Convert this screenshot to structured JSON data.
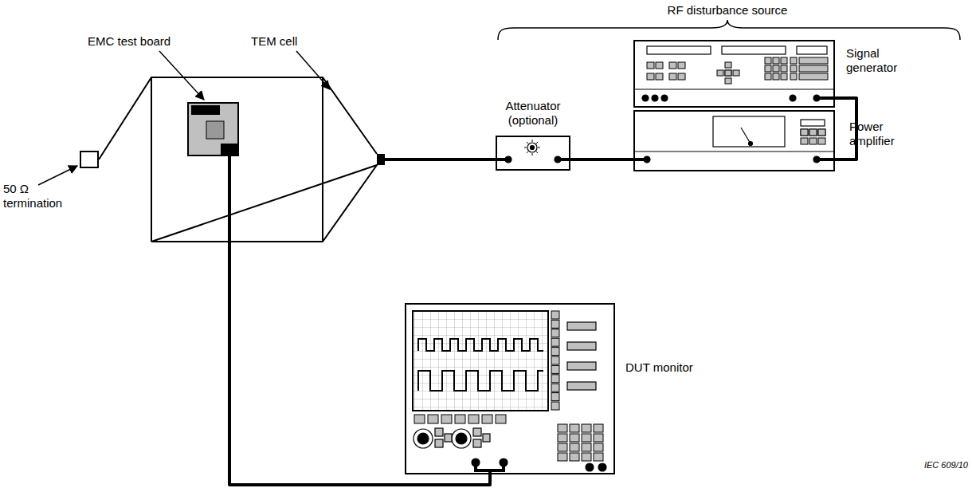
{
  "diagram": {
    "nodes": [
      {
        "text": [
          "TEM cell"
        ]
      },
      {
        "text": [
          "EMC test board"
        ],
        "in": 0
      },
      {
        "text": [
          "50 Ω termination"
        ]
      },
      {
        "text": [
          "Attenuator (optional)"
        ]
      },
      {
        "text": [
          "Signal generator"
        ]
      },
      {
        "text": [
          "Power amplifier"
        ]
      },
      {
        "text": [
          "DUT monitor"
        ]
      }
    ],
    "edges": [
      {
        "from": 0,
        "to": 3,
        "arrow": "none"
      },
      {
        "from": 3,
        "to": 5,
        "arrow": "none"
      },
      {
        "from": 5,
        "to": 4,
        "arrow": "none"
      },
      {
        "from": 1,
        "to": 6,
        "arrow": "none"
      }
    ],
    "labels": [
      "RF disturbance source",
      "IEC 609/10"
    ]
  }
}
